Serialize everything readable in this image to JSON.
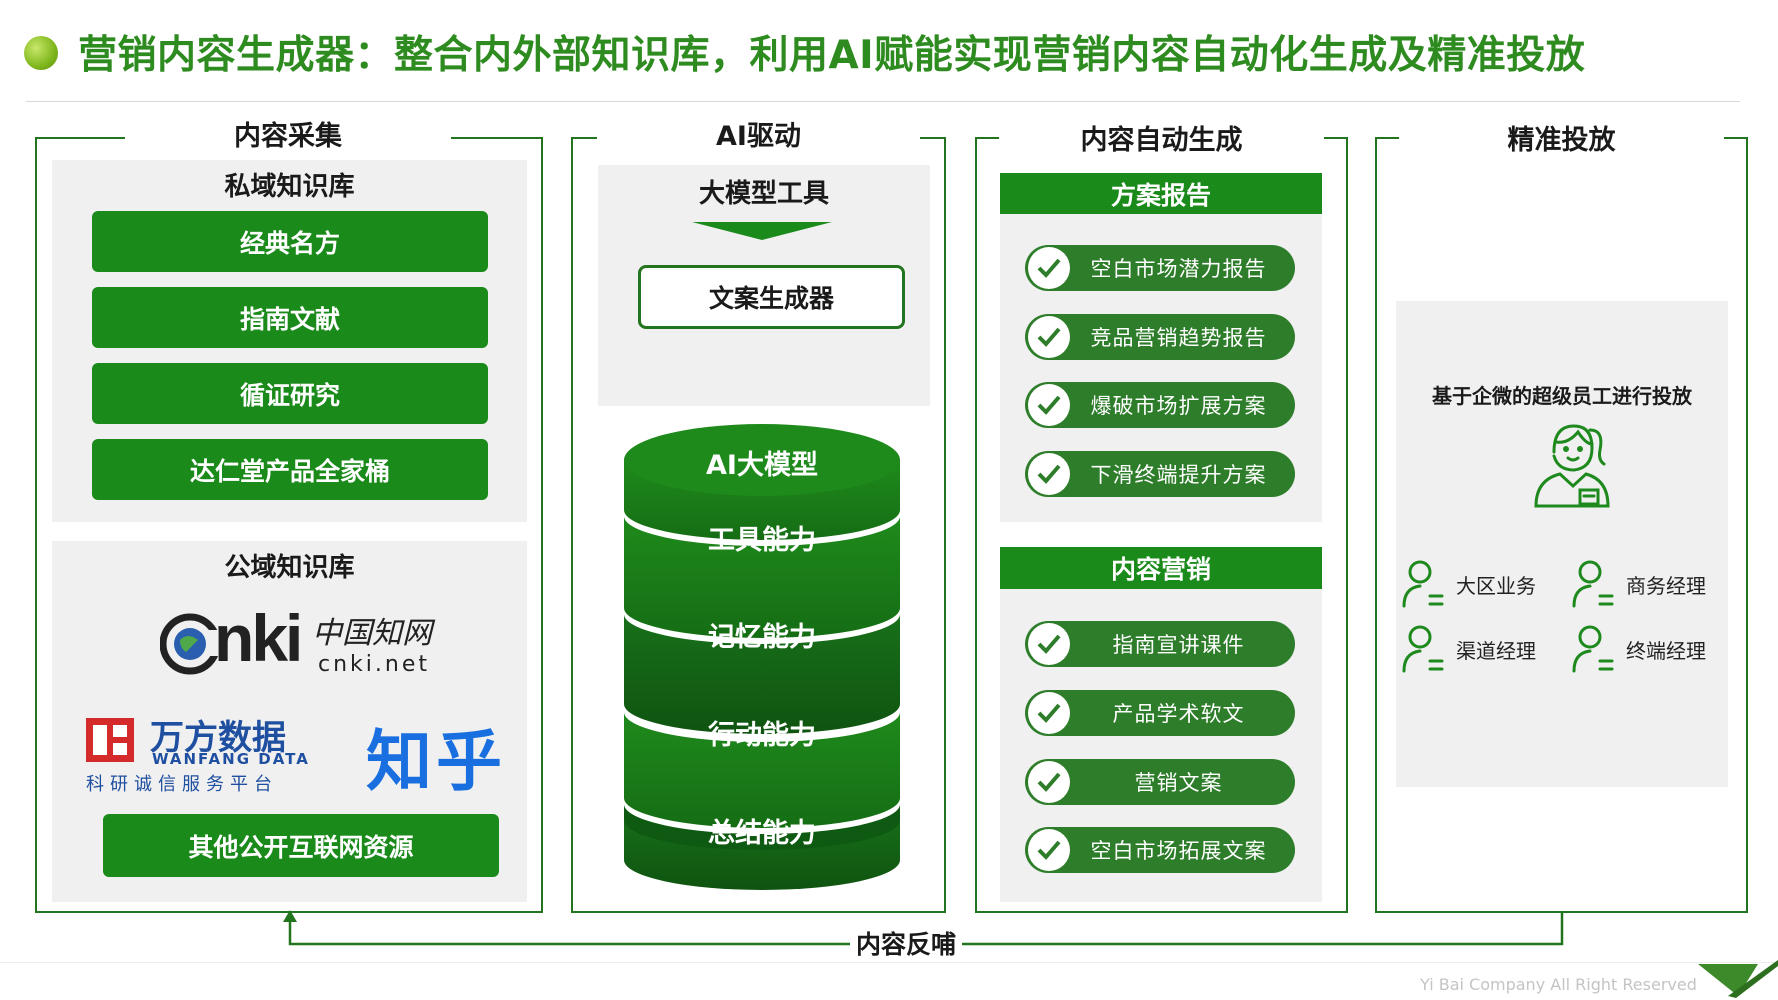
{
  "title": "营销内容生成器：整合内外部知识库，利用AI赋能实现营销内容自动化生成及精准投放",
  "colors": {
    "brand_green": "#1a8a1a",
    "dark_green": "#23741e",
    "title_green": "#2e8b1f"
  },
  "col1": {
    "header": "内容采集",
    "private_title": "私域知识库",
    "private_items": [
      "经典名方",
      "指南文献",
      "循证研究",
      "达仁堂产品全家桶"
    ],
    "public_title": "公域知识库",
    "logos": {
      "cnki_main": "nki",
      "cnki_cn": "中国知网",
      "cnki_url": "cnki.net",
      "wanfang_cn": "万方数据",
      "wanfang_en": "WANFANG DATA",
      "wanfang_sub": "科研诚信服务平台",
      "zhihu": "知乎"
    },
    "other_button": "其他公开互联网资源"
  },
  "col2": {
    "header": "AI驱动",
    "tool_title": "大模型工具",
    "tool_box": "文案生成器",
    "tiers": [
      "AI大模型",
      "工具能力",
      "记忆能力",
      "行动能力",
      "总结能力"
    ]
  },
  "col3": {
    "header": "内容自动生成",
    "sec1_title": "方案报告",
    "sec1_items": [
      "空白市场潜力报告",
      "竞品营销趋势报告",
      "爆破市场扩展方案",
      "下滑终端提升方案"
    ],
    "sec2_title": "内容营销",
    "sec2_items": [
      "指南宣讲课件",
      "产品学术软文",
      "营销文案",
      "空白市场拓展文案"
    ]
  },
  "col4": {
    "header": "精准投放",
    "description": "基于企微的超级员工进行投放",
    "roles": [
      "大区业务",
      "商务经理",
      "渠道经理",
      "终端经理"
    ]
  },
  "feedback_label": "内容反哺",
  "footer": "Yi Bai Company All Right Reserved"
}
